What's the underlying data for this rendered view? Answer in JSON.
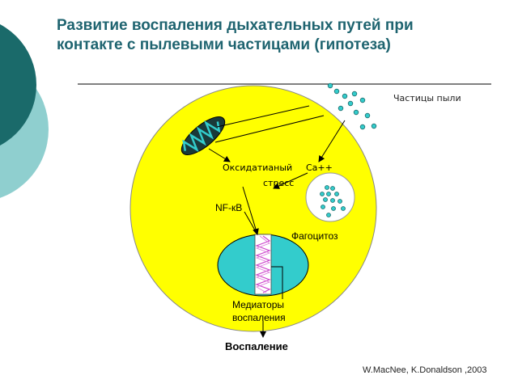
{
  "title": {
    "line1": "Развитие воспаления дыхательных путей при",
    "line2": "контакте с пылевыми частицами (гипотеза)"
  },
  "labels": {
    "dust_particles": "Частицы пыли",
    "oxidative": "Оксидатианый",
    "stress": "стресс",
    "calcium": "Ca++",
    "nfkb": "NF-кB",
    "phagocytosis": "Фагоцитоз",
    "mediators_1": "Медиаторы",
    "mediators_2": "воспаления",
    "inflammation": "Воспаление"
  },
  "citation": "W.MacNee, K.Donaldson ,2003",
  "colors": {
    "title": "#1f6470",
    "cell_fill": "#ffff00",
    "nucleus_fill": "#33cccc",
    "particle_fill": "#33cccc",
    "deco_dark": "#1a6a6a",
    "deco_light": "#8fcfcf",
    "dna_color": "#cc44cc"
  }
}
